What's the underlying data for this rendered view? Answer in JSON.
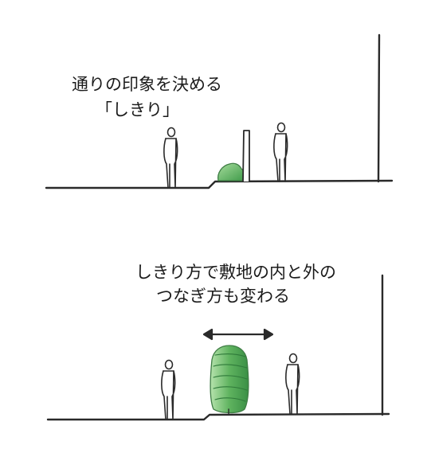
{
  "scene_top": {
    "caption_line1": "通りの印象を決める",
    "caption_line2": "「しきり」"
  },
  "scene_bottom": {
    "caption_line1": "しきり方で敷地の内と外の",
    "caption_line2": "つなぎ方も変わる"
  },
  "colors": {
    "ink": "#2a2a2a",
    "shrub_light": "#8fd18a",
    "shrub_dark": "#3f9a49"
  }
}
